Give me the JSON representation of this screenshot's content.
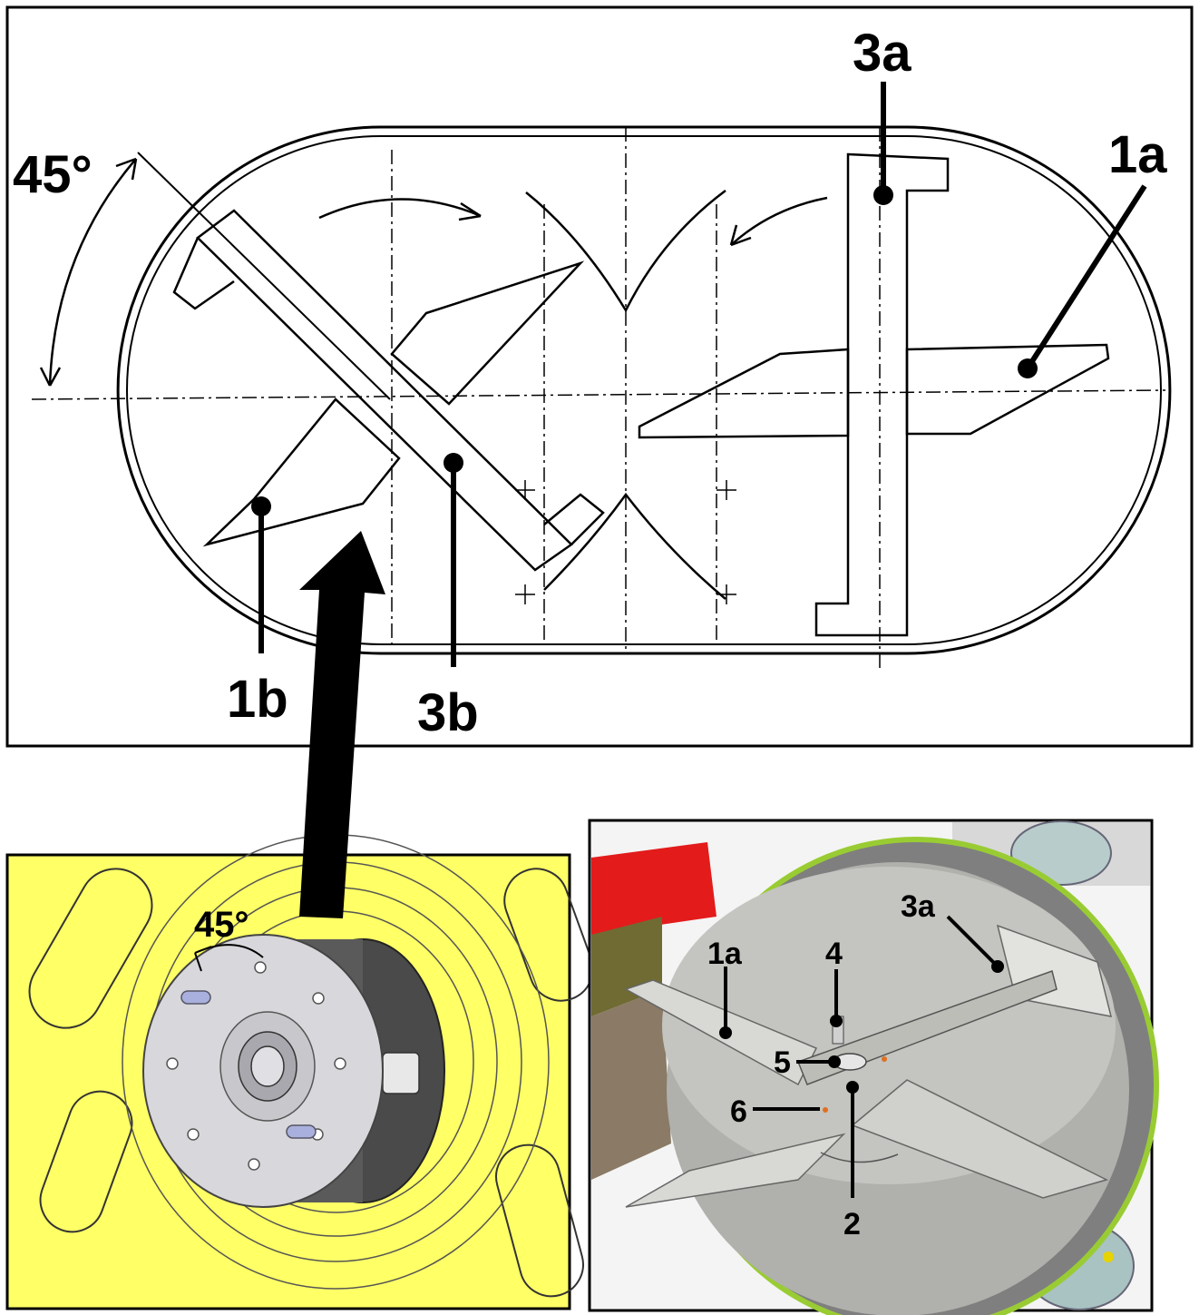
{
  "top_panel": {
    "angle": "45°",
    "labels": {
      "a3": "3a",
      "a1": "1a",
      "b1": "1b",
      "b3": "3b"
    }
  },
  "bottom_left": {
    "angle": "45°",
    "background_color": "#FFFF66"
  },
  "bottom_right": {
    "labels": {
      "a3": "3a",
      "a1": "1a",
      "n4": "4",
      "n5": "5",
      "n6": "6",
      "n2": "2"
    }
  }
}
